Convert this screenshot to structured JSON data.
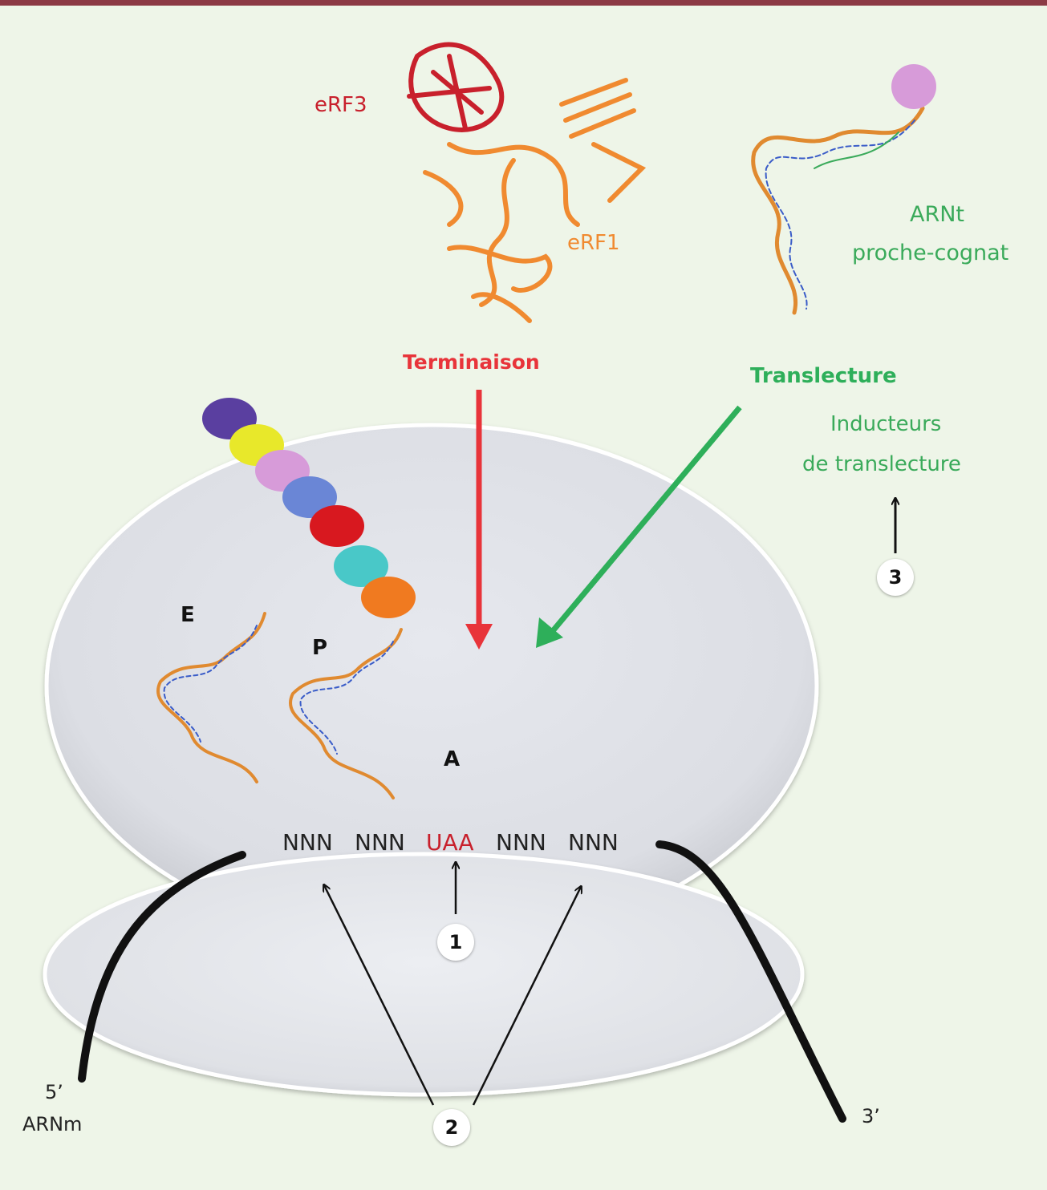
{
  "factors": {
    "erf3": "eRF3",
    "erf1": "eRF1",
    "trna_line1": "ARNt",
    "trna_line2": "proche-cognat"
  },
  "pathways": {
    "termination": "Terminaison",
    "readthrough": "Translecture",
    "inducers_line1": "Inducteurs",
    "inducers_line2": "de translecture"
  },
  "sites": {
    "e": "E",
    "p": "P",
    "a": "A"
  },
  "mrna": {
    "codon1": "NNN",
    "codon2": "NNN",
    "stop": "UAA",
    "codon4": "NNN",
    "codon5": "NNN",
    "five_prime": "5’",
    "three_prime": "3’",
    "label": "ARNm"
  },
  "markers": {
    "m1": "1",
    "m2": "2",
    "m3": "3"
  },
  "colors": {
    "top_bar": "#8c3a45",
    "termination": "#e8343a",
    "readthrough": "#2eaf5a",
    "erf3": "#c8202c",
    "erf1": "#f08a30",
    "trna": "#3aaa5a",
    "stop_codon": "#c8202c"
  },
  "peptide_colors": [
    "#5a3fa0",
    "#e8e82a",
    "#d79bd9",
    "#6a86d6",
    "#d8181f",
    "#49c8c8",
    "#f07a20"
  ]
}
